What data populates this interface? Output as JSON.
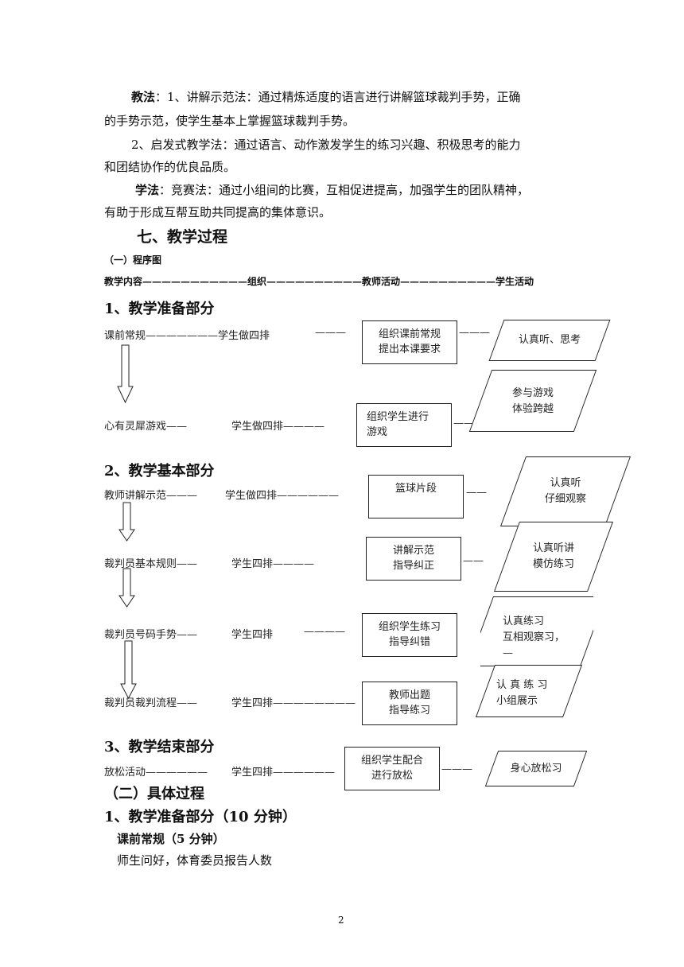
{
  "paragraphs": {
    "jiaofa_label": "教法",
    "jiaofa_1a": "：1、讲解示范法：通过精炼适度的语言进行讲解篮球裁判手势，正确",
    "jiaofa_1b": "的手势示范，使学生基本上掌握篮球裁判手势。",
    "jiaofa_2a": "2、启发式教学法：通过语言、动作激发学生的练习兴趣、积极思考的能力",
    "jiaofa_2b": "和团结协作的优良品质。",
    "xuefa_label": "学法",
    "xuefa_a": "：竞赛法：通过小组间的比赛，互相促进提高，加强学生的团队精神，",
    "xuefa_b": "有助于形成互帮互助共同提高的集体意识。"
  },
  "headings": {
    "process": "七、教学过程",
    "program": "（一）程序图",
    "flow_header": "教学内容———————————组织——————————教师活动——————————学生活动",
    "part1": "1、教学准备部分",
    "part2": "2、教学基本部分",
    "part3": "3、教学结束部分",
    "detail": "（二）具体过程",
    "detail_part1": "1、教学准备部分（10 分钟）",
    "routine": "课前常规（5 分钟）",
    "routine_text": "师生问好，体育委员报告人数"
  },
  "flow": {
    "r1_content": "课前常规———————学生做四排",
    "r1_dash": "———",
    "r1_teacher": [
      "组织课前常规",
      "提出本课要求"
    ],
    "r1_dash2": "———",
    "r1_student": [
      "认真听、思考"
    ],
    "r2_content": "心有灵犀游戏——",
    "r2_org": "学生做四排————",
    "r2_teacher": [
      "组织学生进行",
      "游戏"
    ],
    "r2_dash": "———",
    "r2_student": [
      "参与游戏",
      "体验跨越"
    ],
    "r3_content": "教师讲解示范———",
    "r3_org": "学生做四排——————",
    "r3_teacher": [
      "篮球片段"
    ],
    "r3_dash": "——",
    "r3_student": [
      "认真听",
      "仔细观察"
    ],
    "r4_content": "裁判员基本规则——",
    "r4_org": "学生四排————",
    "r4_teacher": [
      "讲解示范",
      "指导纠正"
    ],
    "r4_dash": "——",
    "r4_student": [
      "认真听讲",
      "模仿练习"
    ],
    "r5_content": "裁判员号码手势——",
    "r5_org": "学生四排",
    "r5_dash": "————",
    "r5_teacher": [
      "组织学生练习",
      "指导纠错"
    ],
    "r5_student": [
      "认真练习",
      "互相观察习，",
      "—"
    ],
    "r6_content": "裁判员裁判流程——",
    "r6_org": "学生四排————————",
    "r6_teacher": [
      "教师出题",
      "指导练习"
    ],
    "r6_student": [
      "认 真 练 习",
      "小组展示"
    ],
    "r7_content": "放松活动——————",
    "r7_org": "学生四排——————",
    "r7_teacher": [
      "组织学生配合",
      "进行放松"
    ],
    "r7_dash": "———",
    "r7_student": [
      "身心放松习"
    ]
  },
  "page_number": "2"
}
